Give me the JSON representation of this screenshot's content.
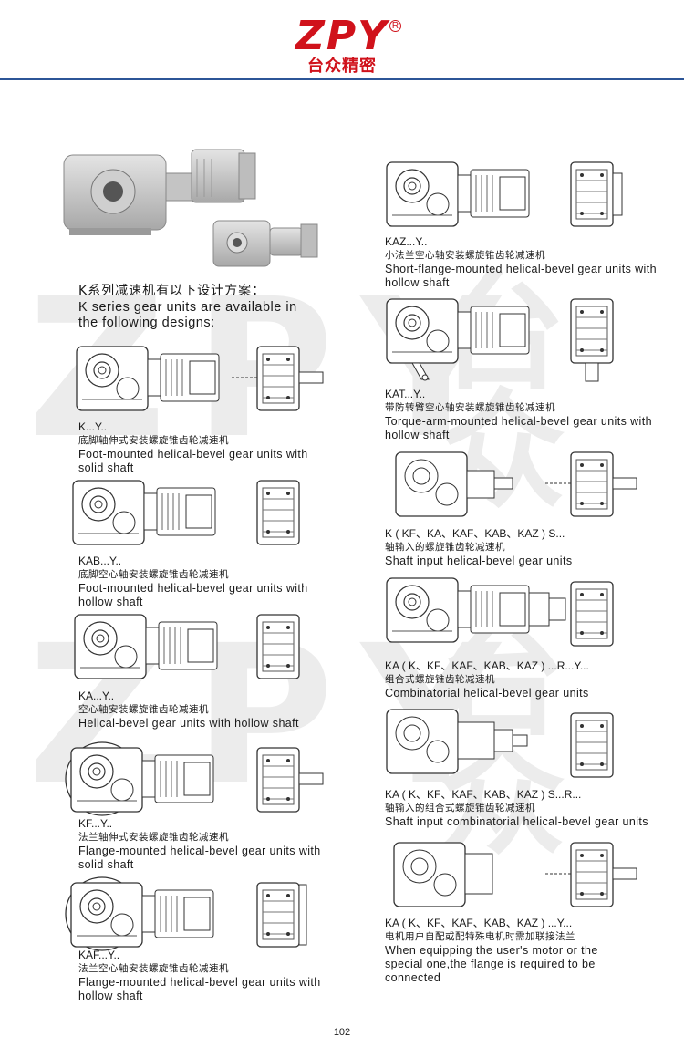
{
  "brand": {
    "logo_text": "ZPY",
    "registered_mark": "R",
    "subtitle_cn": "台众精密"
  },
  "watermark": {
    "text": "ZPY",
    "text_cn": "台众"
  },
  "intro": {
    "title_cn": "K系列减速机有以下设计方案：",
    "title_en": "K series gear units are available in the following designs:"
  },
  "designs": [
    {
      "code": "K...Y..",
      "title_cn": "底脚轴伸式安装螺旋锥齿轮减速机",
      "title_en": "Foot-mounted helical-bevel gear units with solid shaft"
    },
    {
      "code": "KAB...Y..",
      "title_cn": "底脚空心轴安装螺旋锥齿轮减速机",
      "title_en": "Foot-mounted helical-bevel gear units with hollow shaft"
    },
    {
      "code": "KA...Y..",
      "title_cn": "空心轴安装螺旋锥齿轮减速机",
      "title_en": "Helical-bevel gear units with hollow shaft"
    },
    {
      "code": "KF...Y..",
      "title_cn": "法兰轴伸式安装螺旋锥齿轮减速机",
      "title_en": "Flange-mounted helical-bevel gear units with solid shaft"
    },
    {
      "code": "KAF...Y..",
      "title_cn": "法兰空心轴安装螺旋锥齿轮减速机",
      "title_en": "Flange-mounted helical-bevel gear units with hollow shaft"
    },
    {
      "code": "KAZ...Y..",
      "title_cn": "小法兰空心轴安装螺旋锥齿轮减速机",
      "title_en": "Short-flange-mounted helical-bevel gear units with hollow shaft"
    },
    {
      "code": "KAT...Y..",
      "title_cn": "带防转臂空心轴安装螺旋锥齿轮减速机",
      "title_en": "Torque-arm-mounted helical-bevel gear units with hollow shaft"
    },
    {
      "code": "K ( KF、KA、KAF、KAB、KAZ ) S...",
      "title_cn": "轴输入的螺旋锥齿轮减速机",
      "title_en": "Shaft input helical-bevel gear units"
    },
    {
      "code": "KA ( K、KF、KAF、KAB、KAZ ) ...R...Y...",
      "title_cn": "组合式螺旋锥齿轮减速机",
      "title_en": "Combinatorial helical-bevel gear units"
    },
    {
      "code": "KA ( K、KF、KAF、KAB、KAZ ) S...R...",
      "title_cn": "轴输入的组合式螺旋锥齿轮减速机",
      "title_en": "Shaft input combinatorial helical-bevel gear units"
    },
    {
      "code": "KA ( K、KF、KAF、KAB、KAZ ) ...Y...",
      "title_cn": "电机用户自配或配特殊电机时需加联接法兰",
      "title_en": "When equipping the user's motor or the special one,the flange is required to be connected"
    }
  ],
  "page_number": "102",
  "colors": {
    "brand_red": "#d0121b",
    "rule_blue": "#2c5597",
    "drawing_stroke": "#333333",
    "watermark_gray": "#ececec"
  }
}
